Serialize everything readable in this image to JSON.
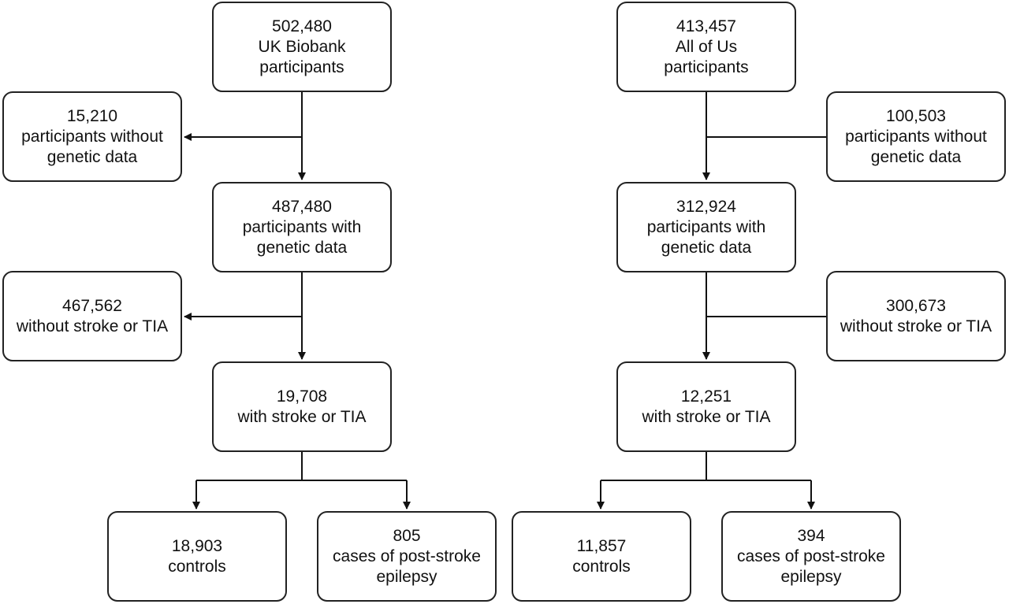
{
  "left_flow": {
    "start": {
      "count": "502,480",
      "line1": "UK Biobank",
      "line2": "participants"
    },
    "excluded1": {
      "count": "15,210",
      "line1": "participants without",
      "line2": "genetic data"
    },
    "genetic": {
      "count": "487,480",
      "line1": "participants with",
      "line2": "genetic data"
    },
    "excluded2": {
      "count": "467,562",
      "line1": "without stroke or TIA"
    },
    "stroke": {
      "count": "19,708",
      "line1": "with stroke or TIA"
    },
    "controls": {
      "count": "18,903",
      "line1": "controls"
    },
    "cases": {
      "count": "805",
      "line1": "cases of post-stroke",
      "line2": "epilepsy"
    }
  },
  "right_flow": {
    "start": {
      "count": "413,457",
      "line1": "All of Us",
      "line2": "participants"
    },
    "excluded1": {
      "count": "100,503",
      "line1": "participants without",
      "line2": "genetic data"
    },
    "genetic": {
      "count": "312,924",
      "line1": "participants with",
      "line2": "genetic data"
    },
    "excluded2": {
      "count": "300,673",
      "line1": "without stroke or TIA"
    },
    "stroke": {
      "count": "12,251",
      "line1": "with stroke or TIA"
    },
    "controls": {
      "count": "11,857",
      "line1": "controls"
    },
    "cases": {
      "count": "394",
      "line1": "cases of post-stroke",
      "line2": "epilepsy"
    }
  }
}
